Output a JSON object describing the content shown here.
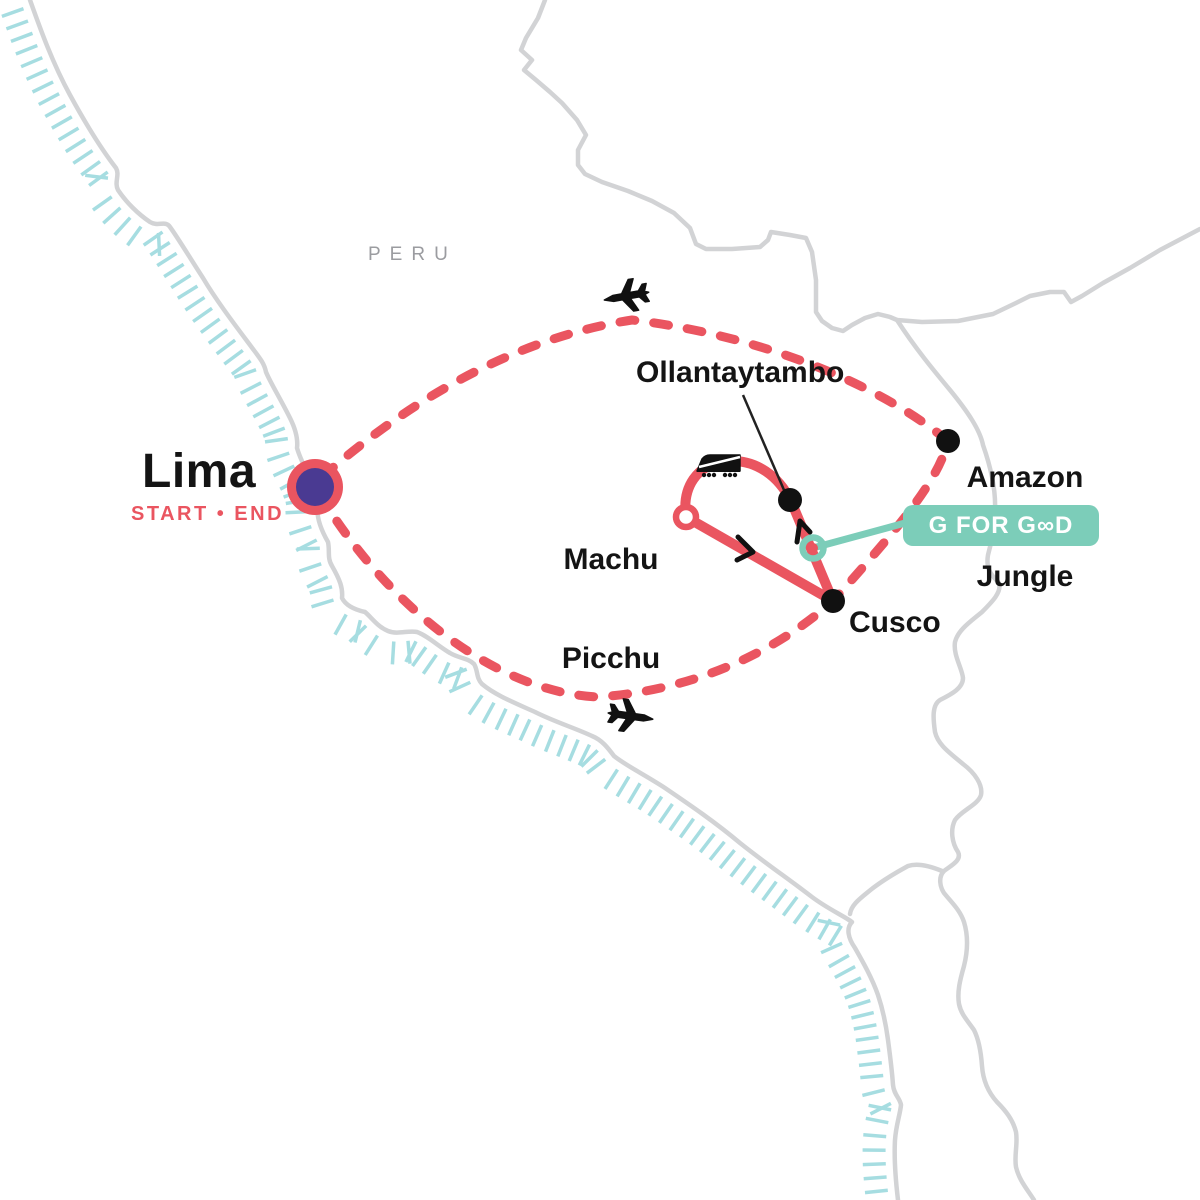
{
  "map": {
    "region_label": "PERU",
    "locations": [
      {
        "id": "lima",
        "name": "Lima",
        "sub_label": "START • END",
        "marker": "start-end-purple-dot"
      },
      {
        "id": "ollantaytambo",
        "name": "Ollantaytambo",
        "marker": "black-dot"
      },
      {
        "id": "machu-picchu",
        "name": "Machu Picchu",
        "name_line1": "Machu",
        "name_line2": "Picchu",
        "marker": "open-red-ring"
      },
      {
        "id": "cusco",
        "name": "Cusco",
        "marker": "black-dot"
      },
      {
        "id": "amazon-jungle",
        "name": "Amazon Jungle",
        "name_line1": "Amazon",
        "name_line2": "Jungle",
        "marker": "black-dot"
      }
    ],
    "badge": {
      "label": "G FOR GOOD",
      "label_display": "G FOR G∞D"
    },
    "routes": [
      {
        "type": "flight-dashed-loop",
        "stops": [
          "Lima",
          "Amazon Jungle",
          "Cusco",
          "Lima"
        ],
        "icons": [
          "airplane",
          "airplane"
        ]
      },
      {
        "type": "overland-loop",
        "stops": [
          "Cusco",
          "Ollantaytambo",
          "Machu Picchu",
          "Cusco"
        ],
        "icons": [
          "train"
        ]
      }
    ]
  },
  "colors": {
    "route_red": "#EA5560",
    "lima_purple": "#4A3A92",
    "badge_teal": "#7CCDB9",
    "water_hatch": "#A6DDE1",
    "border_gray": "#D2D3D5",
    "label_black": "#141414",
    "region_gray": "#9B9CA0",
    "badge_text": "#FFFFFF"
  }
}
